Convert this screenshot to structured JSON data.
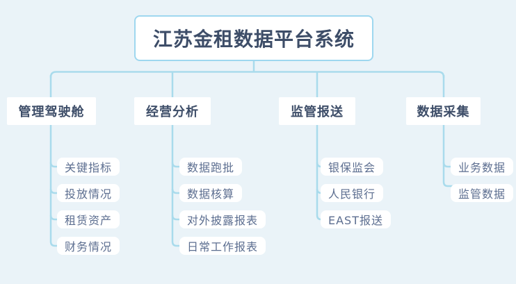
{
  "title": "江苏金租数据平台系统",
  "colors": {
    "background": "#eaf3f8",
    "connector_line": "#a9dbec",
    "root_border": "#9ed7ef",
    "title_text": "#3d4d68",
    "leaf_text": "#5c6e90",
    "node_fill": "#ffffff"
  },
  "branches": [
    {
      "label": "管理驾驶舱",
      "children": [
        "关键指标",
        "投放情况",
        "租赁资产",
        "财务情况"
      ]
    },
    {
      "label": "经营分析",
      "children": [
        "数据跑批",
        "数据核算",
        "对外披露报表",
        "日常工作报表"
      ]
    },
    {
      "label": "监管报送",
      "children": [
        "银保监会",
        "人民银行",
        "EAST报送"
      ]
    },
    {
      "label": "数据采集",
      "children": [
        "业务数据",
        "监管数据"
      ]
    }
  ]
}
